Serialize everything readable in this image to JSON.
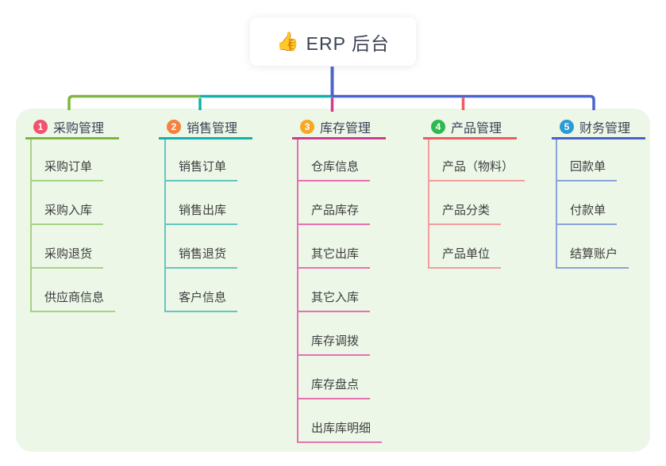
{
  "root": {
    "label": "ERP 后台",
    "icon": "thumbs-up-emoji",
    "emoji": "👍",
    "stem_color": "#4b64cd"
  },
  "branches": [
    {
      "index": "1",
      "label": "采购管理",
      "badge_color": "#f4516c",
      "line_color": "#7cb83e",
      "child_line_color": "#a6d284",
      "children": [
        "采购订单",
        "采购入库",
        "采购退货",
        "供应商信息"
      ]
    },
    {
      "index": "2",
      "label": "销售管理",
      "badge_color": "#f5813c",
      "line_color": "#12b2aa",
      "child_line_color": "#63c6bf",
      "children": [
        "销售订单",
        "销售出库",
        "销售退货",
        "客户信息"
      ]
    },
    {
      "index": "3",
      "label": "库存管理",
      "badge_color": "#f7a823",
      "line_color": "#d03b92",
      "child_line_color": "#e770b2",
      "children": [
        "仓库信息",
        "产品库存",
        "其它出库",
        "其它入库",
        "库存调拨",
        "库存盘点",
        "出库库明细"
      ]
    },
    {
      "index": "4",
      "label": "产品管理",
      "badge_color": "#2eb950",
      "line_color": "#f15a5e",
      "child_line_color": "#f59c9c",
      "children": [
        "产品（物料）",
        "产品分类",
        "产品单位"
      ]
    },
    {
      "index": "5",
      "label": "财务管理",
      "badge_color": "#2a9bd5",
      "line_color": "#4662c8",
      "child_line_color": "#8ba3d9",
      "children": [
        "回款单",
        "付款单",
        "结算账户"
      ]
    }
  ]
}
